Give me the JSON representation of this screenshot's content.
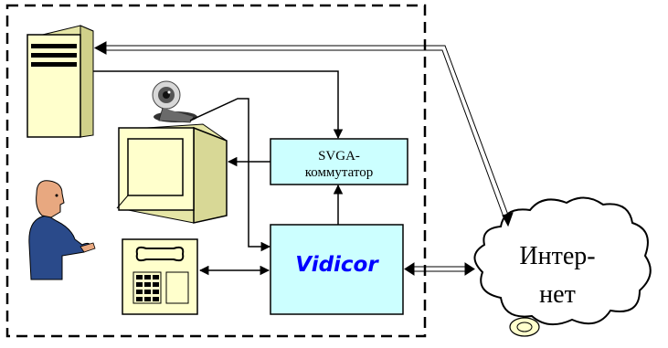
{
  "diagram": {
    "svga_switch": {
      "line1": "SVGA-",
      "line2": "коммутатор"
    },
    "vidicor": {
      "label": "Vidicor"
    },
    "internet": {
      "line1": "Интер-",
      "line2": "нет"
    }
  },
  "colors": {
    "box_fill": "#ccffff",
    "device_fill": "#ffffcc",
    "person_shirt": "#2a4a8a",
    "person_skin": "#e8a880",
    "vidicor_text": "#0000ff"
  },
  "icons": [
    "server-icon",
    "webcam-icon",
    "monitor-icon",
    "person-icon",
    "videophone-icon",
    "cloud-icon",
    "mouse-icon"
  ]
}
